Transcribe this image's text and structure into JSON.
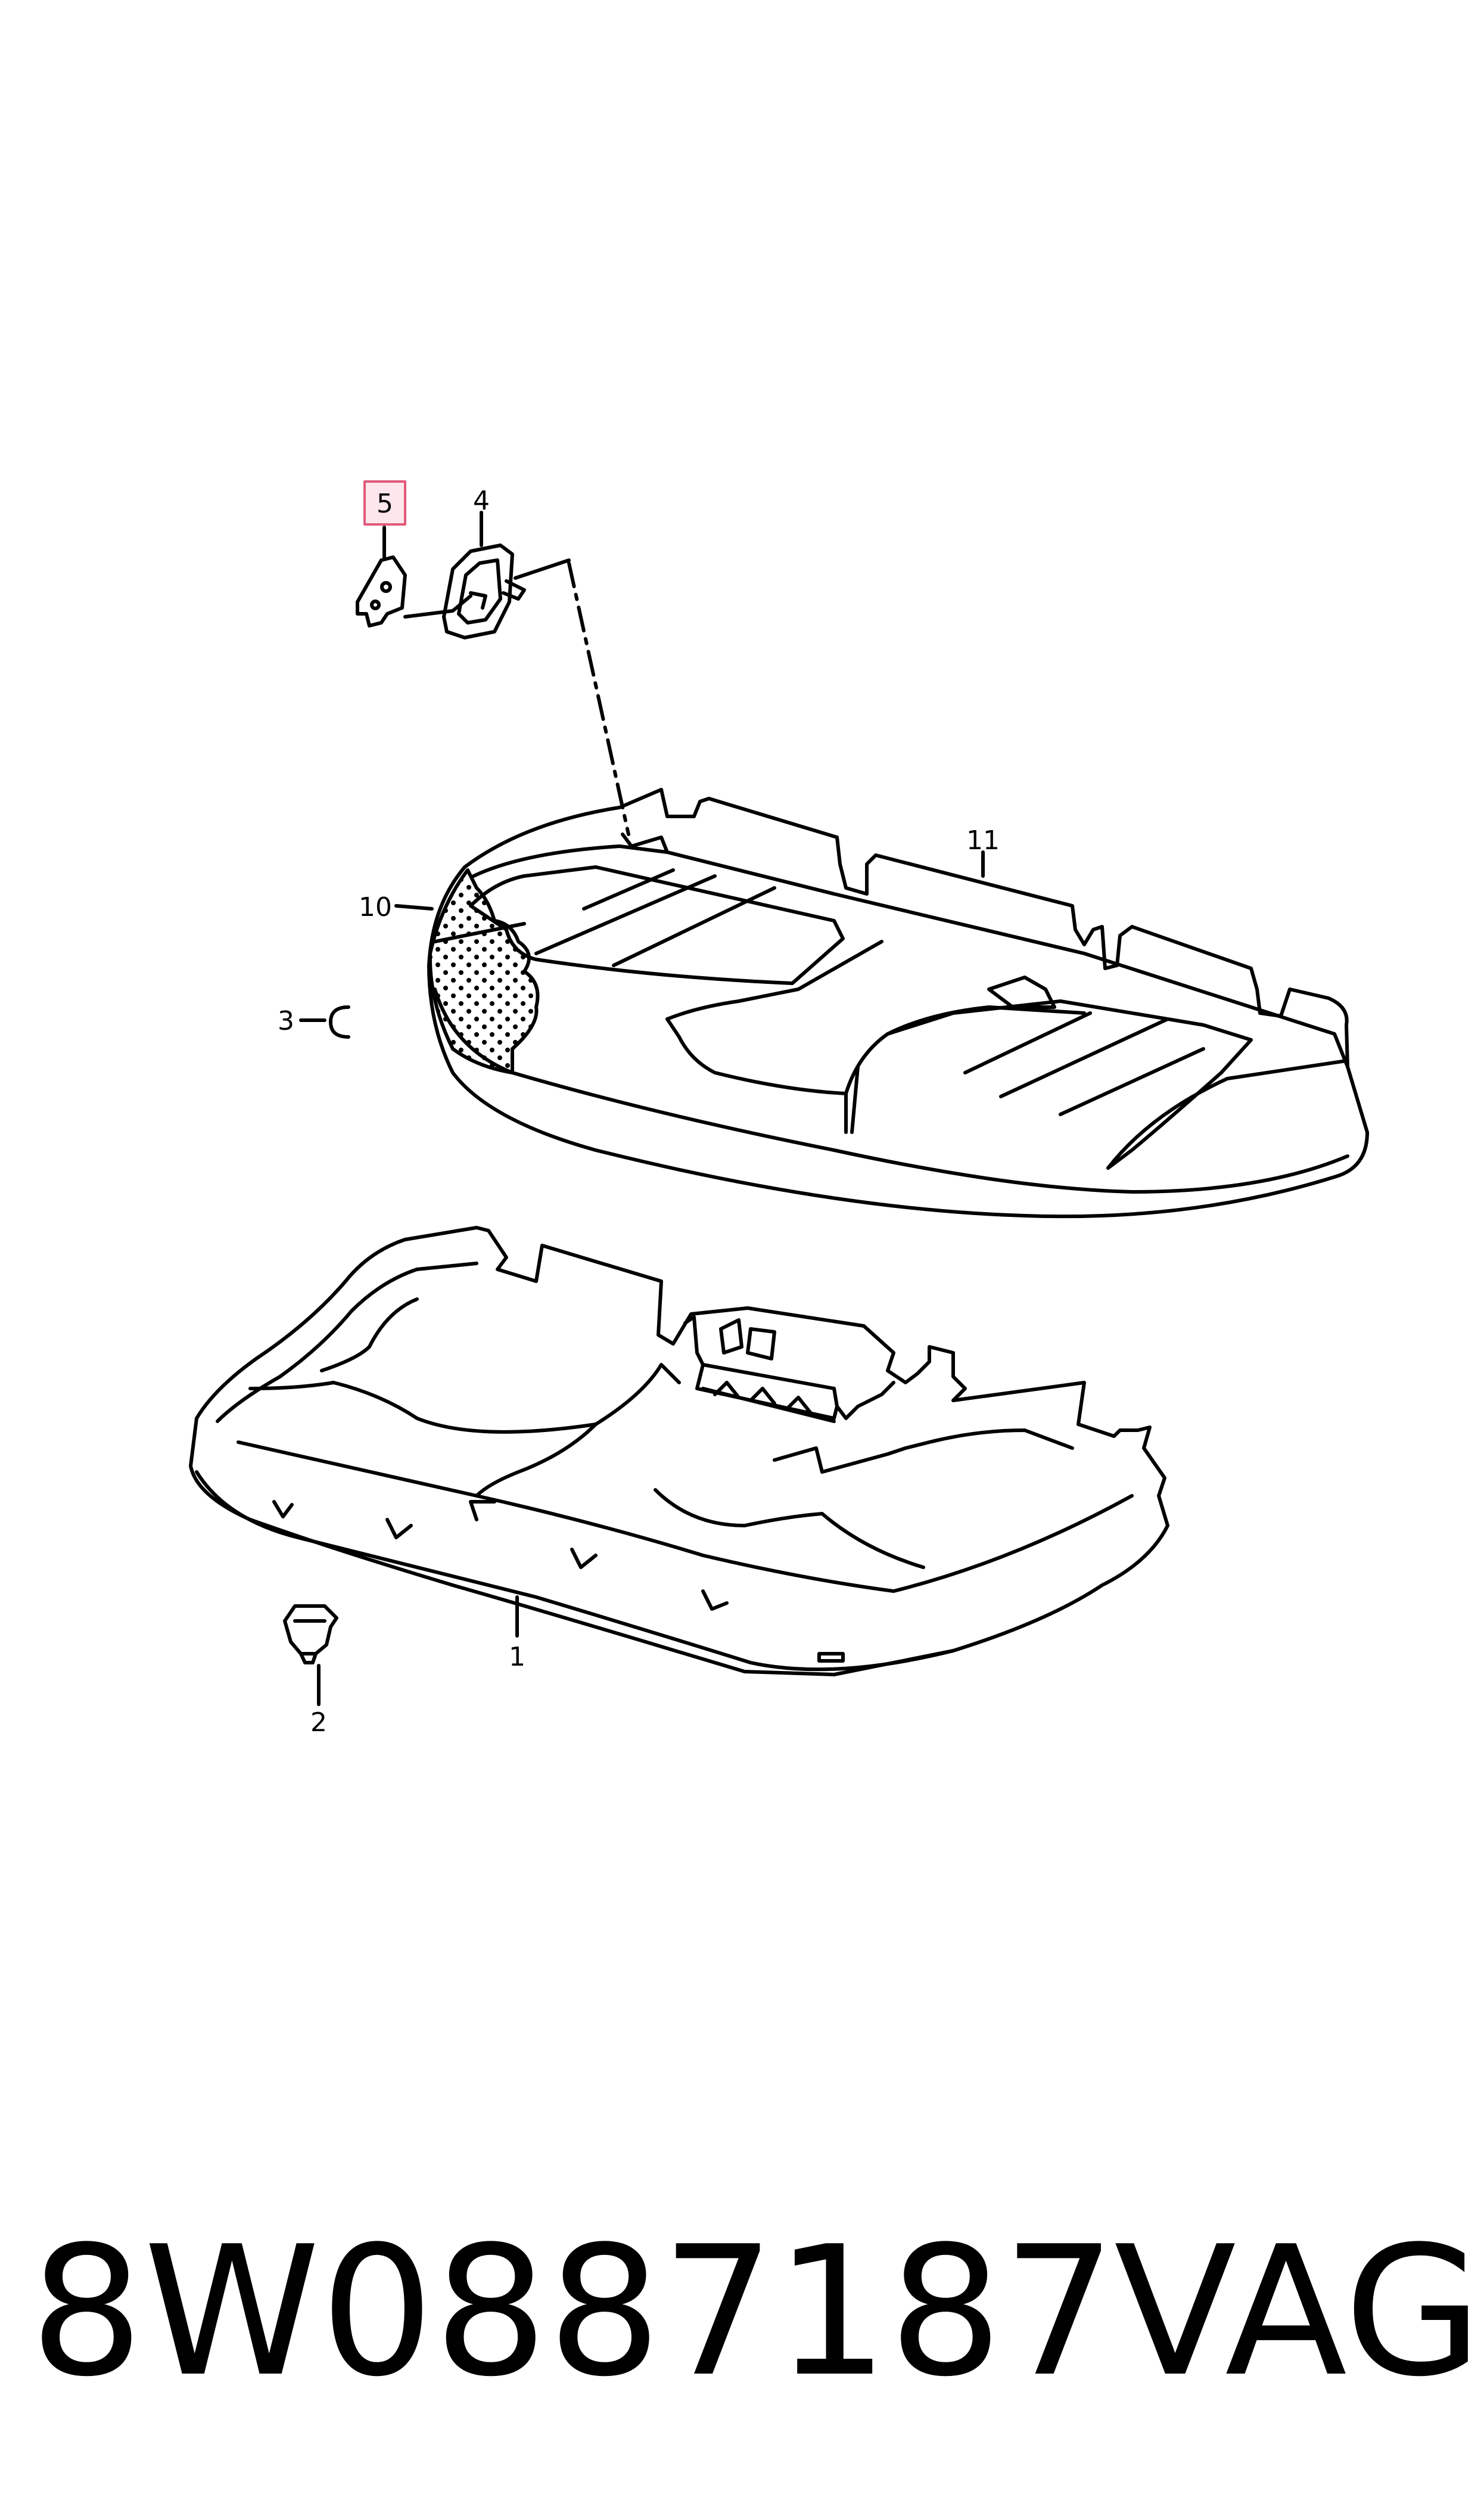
{
  "callouts": {
    "c1": "1",
    "c2": "2",
    "c3": "3",
    "c4": "4",
    "c5": "5",
    "c10": "10",
    "c11": "11"
  },
  "highlighted_callout": "5",
  "colors": {
    "line": "#000000",
    "highlight_fill": "#fde6ec",
    "highlight_stroke": "#e05a7a"
  },
  "footer": {
    "part_number": "8W0887187",
    "brand": "VAG"
  }
}
